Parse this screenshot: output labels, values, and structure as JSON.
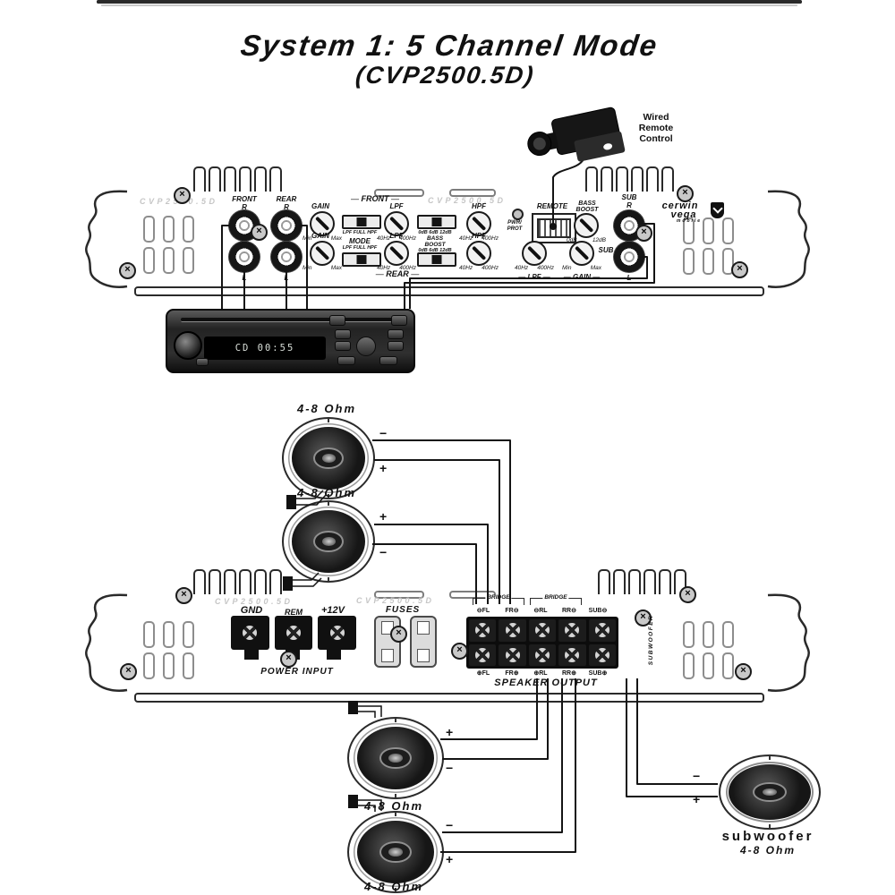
{
  "title": {
    "line1": "System 1: 5 Channel Mode",
    "line2": "(CVP2500.5D)"
  },
  "remote_control": {
    "l1": "Wired",
    "l2": "Remote",
    "l3": "Control"
  },
  "top_amp": {
    "model_left": "CVP2500.5D",
    "front_header": "FRONT",
    "model_center": "CVP2500.5D",
    "front": {
      "title": "FRONT",
      "r": "R",
      "l": "L"
    },
    "rear": {
      "title": "REAR",
      "r": "R",
      "l": "L"
    },
    "gain": {
      "label": "GAIN",
      "min": "Min",
      "max": "Max"
    },
    "mode": {
      "label": "MODE",
      "scale": "LPF FULL HPF"
    },
    "lpf": {
      "label": "LPF",
      "lo": "40Hz",
      "hi": "400Hz"
    },
    "boost": {
      "l1": "BASS",
      "l2": "BOOST",
      "scale": "0dB 6dB 12dB"
    },
    "hpf": {
      "label": "HPF",
      "lo": "40Hz",
      "hi": "400Hz"
    },
    "rear_caption": "REAR",
    "pwr_prot": {
      "l1": "PWR/",
      "l2": "PROT"
    },
    "remote_port": "REMOTE",
    "boost_knob": {
      "l1": "BASS",
      "l2": "BOOST",
      "lo": "0dB",
      "hi": "12dB"
    },
    "sub": {
      "title": "SUB",
      "r": "R",
      "l": "L",
      "tag": "SUB",
      "lpf": "LPF",
      "gain": "GAIN",
      "lo": "40Hz",
      "hi": "400Hz",
      "min": "Min",
      "max": "Max"
    },
    "logo": {
      "l1": "cerwin",
      "l2": "vega",
      "l3": "mobile"
    }
  },
  "head_unit": {
    "display": "CD 00:55"
  },
  "bottom_amp": {
    "model_left": "CVP2500.5D",
    "model_right": "CVP2500.5D",
    "power": {
      "gnd": "GND",
      "rem": "REM",
      "v12": "+12V",
      "caption": "POWER INPUT"
    },
    "fuses": "FUSES",
    "bridge": "BRIDGE",
    "top_terminals": [
      "⊖FL",
      "FR⊖",
      "⊖RL",
      "RR⊖",
      "SUB⊖"
    ],
    "bottom_terminals": [
      "⊕FL",
      "FR⊕",
      "⊕RL",
      "RR⊕",
      "SUB⊕"
    ],
    "caption": "SPEAKER OUTPUT",
    "subwoofer_side": "SUBWOOFER"
  },
  "speakers": {
    "ohm": "4-8 Ohm",
    "plus": "+",
    "minus": "−",
    "sub_name": "subwoofer",
    "sub_ohm": "4-8 Ohm"
  },
  "colors": {
    "line": "#1a1a1a",
    "faint_text": "#c6c6c6",
    "panel": "#ffffff",
    "device": "#141414"
  }
}
